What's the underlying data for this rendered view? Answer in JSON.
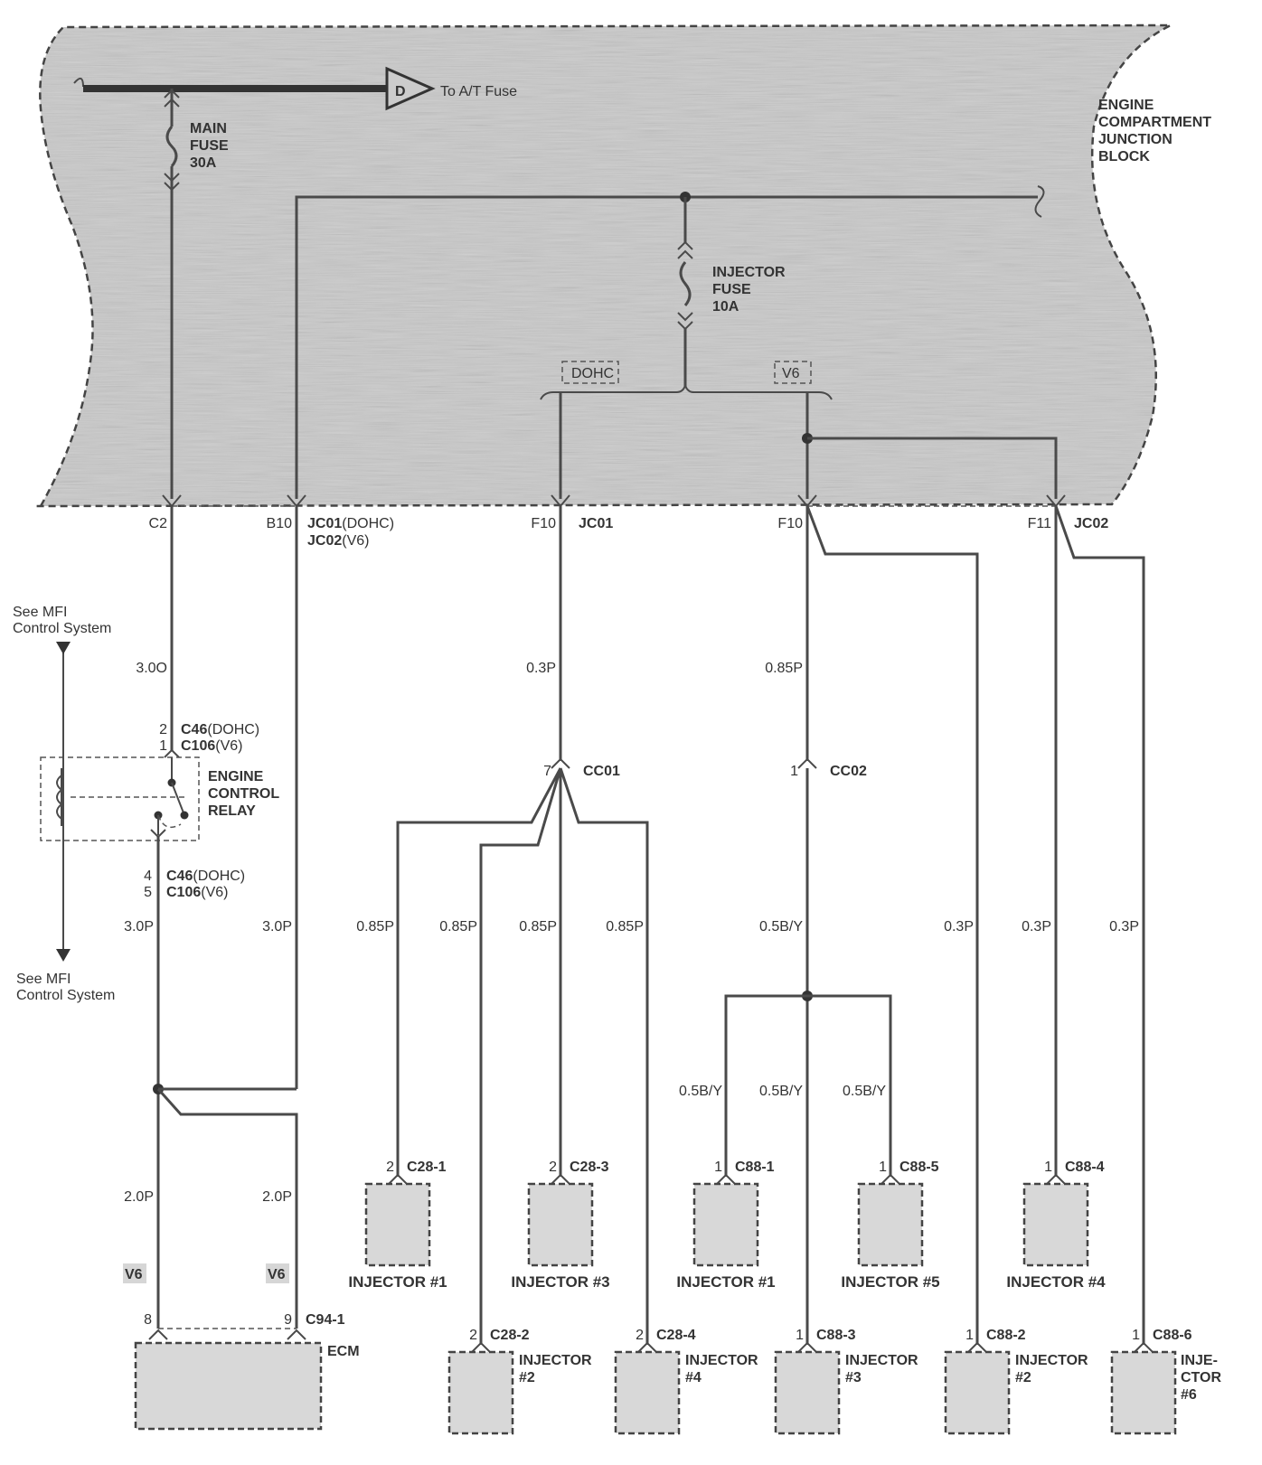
{
  "junction_block": {
    "title": [
      "ENGINE",
      "COMPARTMENT",
      "JUNCTION",
      "BLOCK"
    ]
  },
  "top": {
    "connector_letter": "D",
    "to_fuse": "To A/T Fuse"
  },
  "main_fuse": [
    "MAIN",
    "FUSE",
    "30A"
  ],
  "injector_fuse": [
    "INJECTOR",
    "FUSE",
    "10A"
  ],
  "variants": {
    "dohc": "DOHC",
    "v6": "V6"
  },
  "pins": {
    "c2": "C2",
    "b10": "B10",
    "jc01_dohc_a": "JC01",
    "jc01_dohc_b": "(DOHC)",
    "jc02_v6_a": "JC02",
    "jc02_v6_b": "(V6)",
    "f10_a": "F10",
    "jc01": "JC01",
    "f10_b": "F10",
    "f11": "F11",
    "jc02": "JC02"
  },
  "see_mfi": {
    "top": [
      "See MFI",
      "Control System"
    ],
    "bottom": [
      "See MFI",
      "Control System"
    ]
  },
  "wires": {
    "w30o": "3.0O",
    "w03p_a": "0.3P",
    "w085p_top": "0.85P",
    "w30p_l": "3.0P",
    "w30p_r": "3.0P",
    "w085p_1": "0.85P",
    "w085p_2": "0.85P",
    "w085p_3": "0.85P",
    "w085p_4": "0.85P",
    "w05by_top": "0.5B/Y",
    "w03p_b": "0.3P",
    "w03p_c": "0.3P",
    "w03p_d": "0.3P",
    "w05by_1": "0.5B/Y",
    "w05by_2": "0.5B/Y",
    "w05by_3": "0.5B/Y",
    "w20p_l": "2.0P",
    "w20p_r": "2.0P"
  },
  "relay": {
    "title": [
      "ENGINE",
      "CONTROL",
      "RELAY"
    ],
    "top_pins": [
      "2",
      "1"
    ],
    "top_conns": [
      "C46",
      "(DOHC)",
      "C106",
      "(V6)"
    ],
    "bot_pins": [
      "4",
      "5"
    ],
    "bot_conns": [
      "C46",
      "(DOHC)",
      "C106",
      "(V6)"
    ]
  },
  "cc01": {
    "pin": "7",
    "name": "CC01"
  },
  "cc02": {
    "pin": "1",
    "name": "CC02"
  },
  "v6_tags": [
    "V6",
    "V6"
  ],
  "ecm": {
    "name": "ECM",
    "pin_l": "8",
    "pin_r": "9",
    "conn": "C94-1"
  },
  "injectors_upper": [
    {
      "pin": "2",
      "conn": "C28-1",
      "label": "INJECTOR #1"
    },
    {
      "pin": "2",
      "conn": "C28-3",
      "label": "INJECTOR #3"
    },
    {
      "pin": "1",
      "conn": "C88-1",
      "label": "INJECTOR #1"
    },
    {
      "pin": "1",
      "conn": "C88-5",
      "label": "INJECTOR #5"
    },
    {
      "pin": "1",
      "conn": "C88-4",
      "label": "INJECTOR #4"
    }
  ],
  "injectors_lower": [
    {
      "pin": "2",
      "conn": "C28-2",
      "label": [
        "INJECTOR",
        "#2"
      ]
    },
    {
      "pin": "2",
      "conn": "C28-4",
      "label": [
        "INJECTOR",
        "#4"
      ]
    },
    {
      "pin": "1",
      "conn": "C88-3",
      "label": [
        "INJECTOR",
        "#3"
      ]
    },
    {
      "pin": "1",
      "conn": "C88-2",
      "label": [
        "INJECTOR",
        "#2"
      ]
    },
    {
      "pin": "1",
      "conn": "C88-6",
      "label": [
        "INJE-",
        "CTOR",
        "#6"
      ]
    }
  ]
}
